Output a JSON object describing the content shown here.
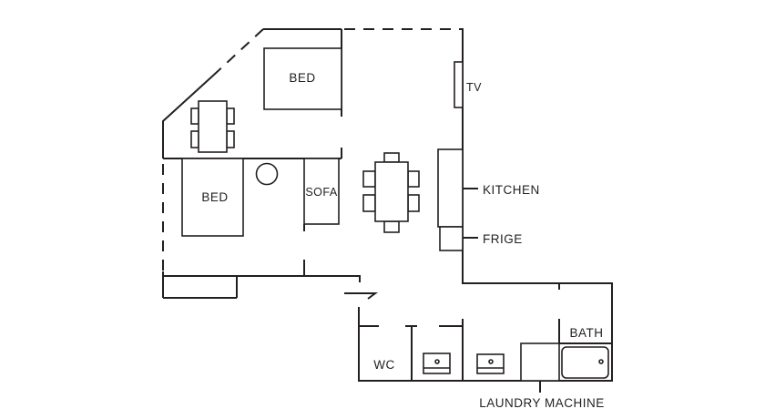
{
  "plan": {
    "labels": {
      "bed_top": "BED",
      "bed_left": "BED",
      "sofa": "SOFA",
      "tv": "TV",
      "kitchen": "KITCHEN",
      "fridge": "FRIGE",
      "wc": "WC",
      "bath": "BATH",
      "laundry": "LAUNDRY MACHINE"
    }
  }
}
